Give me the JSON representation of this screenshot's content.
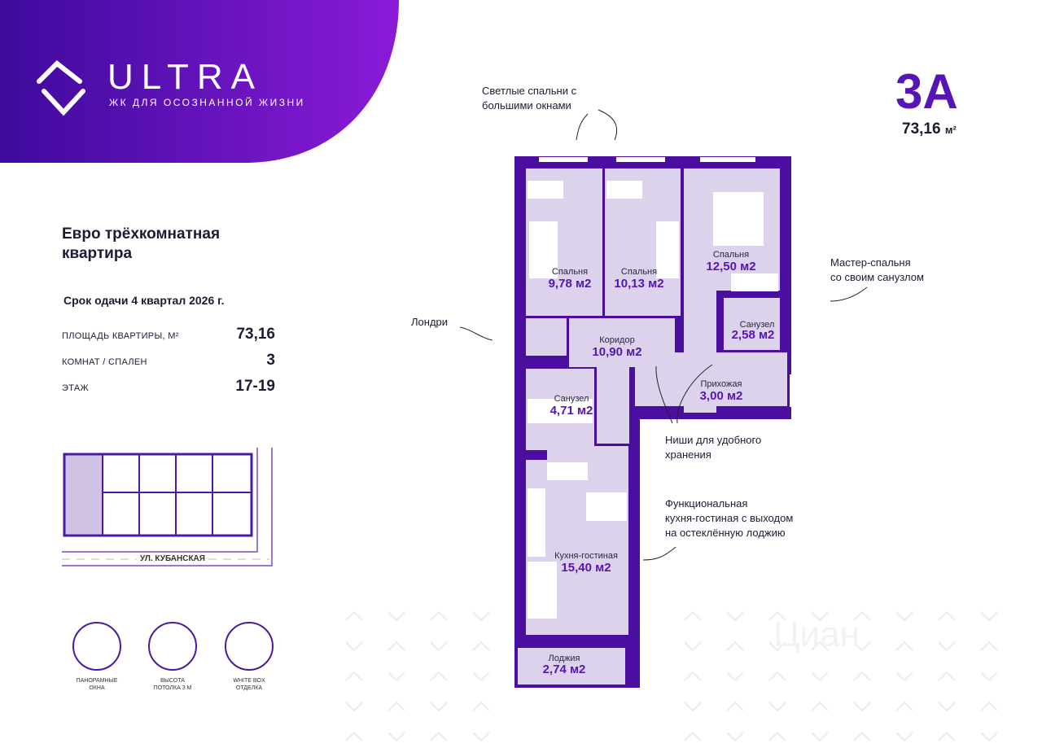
{
  "brand": {
    "name": "ULTRA",
    "tagline": "ЖК ДЛЯ ОСОЗНАННОЙ ЖИЗНИ"
  },
  "apartment": {
    "code": "3А",
    "area": "73,16",
    "area_unit": "м²",
    "title_line1": "Евро трёхкомнатная",
    "title_line2": "квартира",
    "delivery": "Срок одачи 4 квартал 2026 г."
  },
  "specs": [
    {
      "label": "ПЛОЩАДЬ КВАРТИРЫ, М²",
      "value": "73,16"
    },
    {
      "label": "КОМНАТ / СПАЛЕН",
      "value": "3"
    },
    {
      "label": "ЭТАЖ",
      "value": "17-19"
    }
  ],
  "floor_plan": {
    "street": "УЛ. КУБАНСКАЯ"
  },
  "features": [
    {
      "icon": "panoramic-window-icon",
      "line1": "ПАНОРАМНЫЕ",
      "line2": "ОКНА"
    },
    {
      "icon": "ceiling-height-icon",
      "line1": "ВЫСОТА",
      "line2": "ПОТОЛКА 3 М"
    },
    {
      "icon": "paint-brush-icon",
      "line1": "WHITE BOX",
      "line2": "ОТДЕЛКА"
    }
  ],
  "rooms": [
    {
      "name": "Спальня",
      "area": "9,78 м2"
    },
    {
      "name": "Спальня",
      "area": "10,13 м2"
    },
    {
      "name": "Спальня",
      "area": "12,50 м2"
    },
    {
      "name": "Санузел",
      "area": "2,58 м2"
    },
    {
      "name": "Коридор",
      "area": "10,90 м2"
    },
    {
      "name": "Прихожая",
      "area": "3,00 м2"
    },
    {
      "name": "Санузел",
      "area": "4,71  м2"
    },
    {
      "name": "Кухня-гостиная",
      "area": "15,40 м2"
    },
    {
      "name": "Лоджия",
      "area": "2,74 м2"
    }
  ],
  "notes": {
    "bedrooms_l1": "Светлые спальни с",
    "bedrooms_l2": "большими окнами",
    "laundry": "Лондри",
    "master_l1": "Мастер-спальня",
    "master_l2": "со своим санузлом",
    "niches_l1": "Ниши для удобного",
    "niches_l2": "хранения",
    "kitchen_l1": "Функциональная",
    "kitchen_l2": "кухня-гостиная с выходом",
    "kitchen_l3": "на остеклённую лоджию"
  },
  "watermark": "Циан",
  "colors": {
    "brand": "#5516b4",
    "wall": "#4a0ea0",
    "room": "#ddd2ec"
  }
}
